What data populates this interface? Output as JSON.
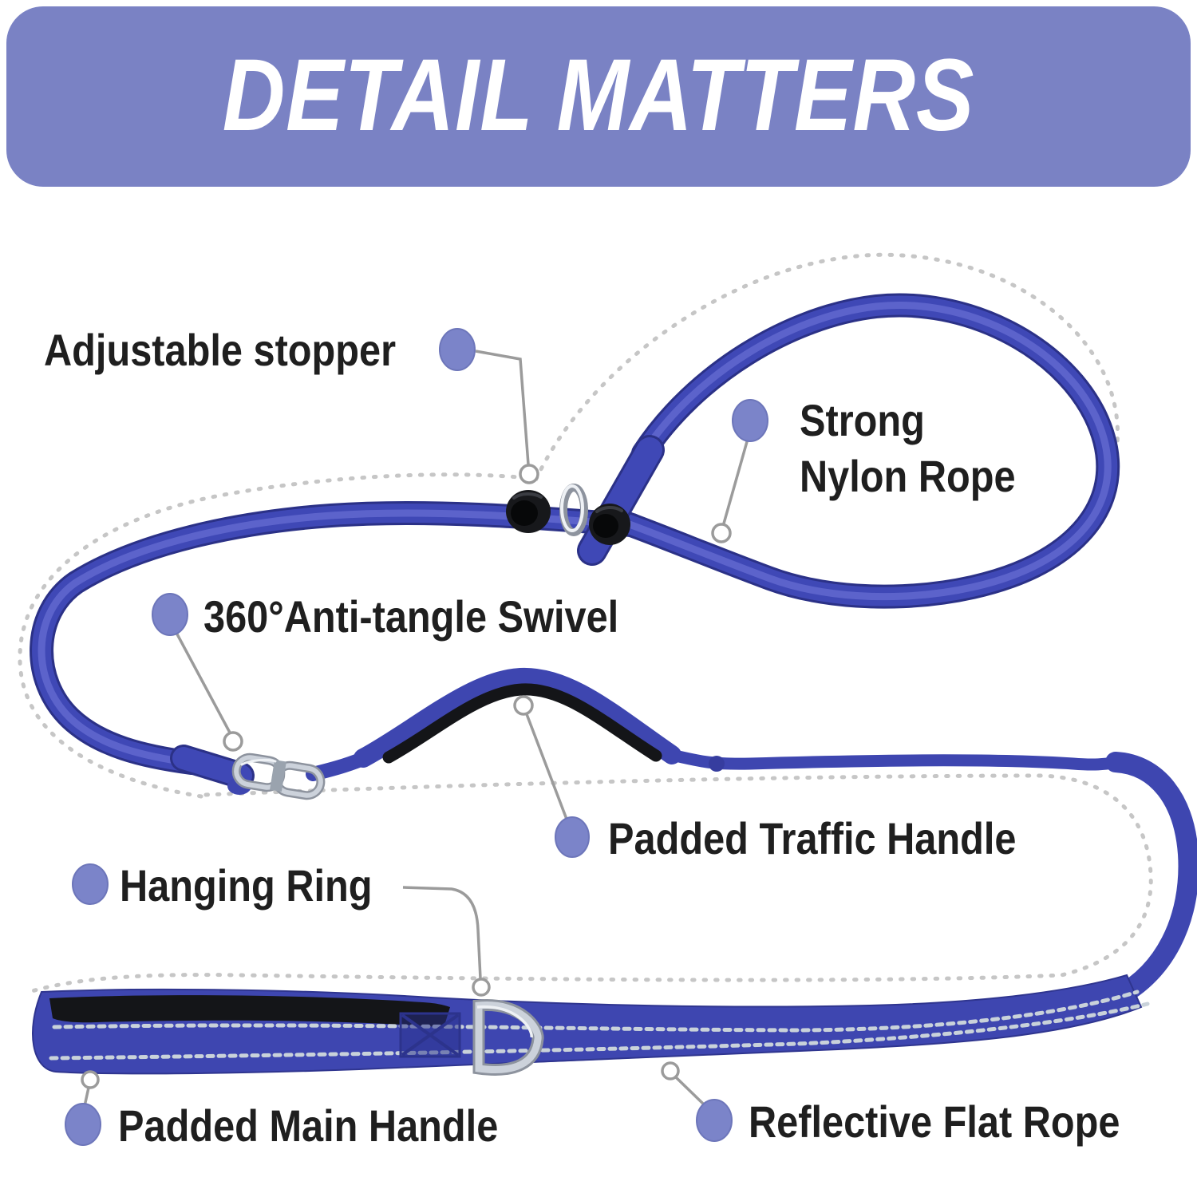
{
  "banner": {
    "title": "DETAIL MATTERS"
  },
  "callouts": [
    {
      "id": "adjustable-stopper",
      "label": "Adjustable stopper"
    },
    {
      "id": "strong-nylon-rope",
      "label_line1": "Strong",
      "label_line2": "Nylon Rope"
    },
    {
      "id": "anti-tangle-swivel",
      "label": "360°Anti-tangle Swivel"
    },
    {
      "id": "padded-traffic-handle",
      "label": "Padded Traffic Handle"
    },
    {
      "id": "hanging-ring",
      "label": "Hanging Ring"
    },
    {
      "id": "padded-main-handle",
      "label": "Padded Main Handle"
    },
    {
      "id": "reflective-flat-rope",
      "label": "Reflective Flat Rope"
    }
  ],
  "colors": {
    "background": "#ffffff",
    "banner_bg": "#7a82c4",
    "banner_text": "#ffffff",
    "label_text": "#1f1f1f",
    "callout_dot": "#7b84c9",
    "callout_dot_rim": "#6d76ba",
    "leader_gray": "#9b9b9b",
    "ghost_dotted": "#c6c6c6",
    "rope_dark": "#2b3187",
    "rope_blue": "#3f48b6",
    "rope_highlight": "#6169cf",
    "strap_blue": "#3e46b0",
    "strap_edge": "#2f358f",
    "padding_black": "#141518",
    "stitch_gray": "#c9d2da",
    "hardware_dark": "#8d939e",
    "hardware_silver": "#ccd2db",
    "hardware_highlight": "#eef1f5",
    "bead_black": "#17181b"
  }
}
